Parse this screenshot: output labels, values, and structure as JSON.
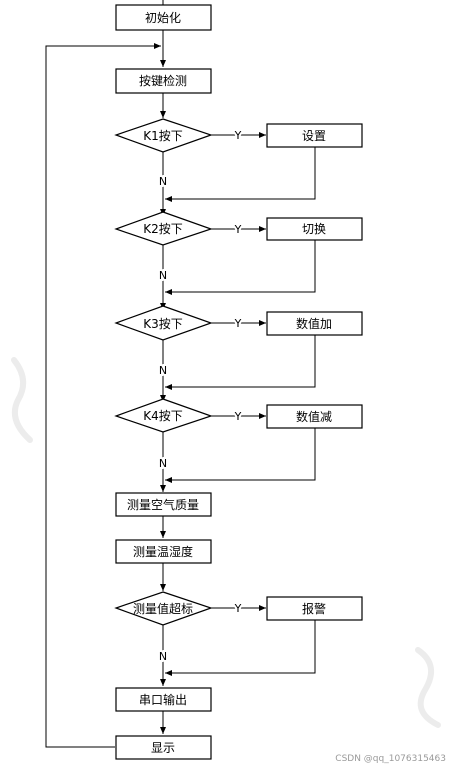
{
  "flowchart": {
    "boxes": {
      "init": "初始化",
      "key_scan": "按键检测",
      "set": "设置",
      "switch": "切换",
      "value_add": "数值加",
      "value_sub": "数值减",
      "air_quality": "测量空气质量",
      "temp_humidity": "测量温湿度",
      "alarm": "报警",
      "serial_out": "串口输出",
      "display": "显示"
    },
    "decisions": {
      "k1": "K1按下",
      "k2": "K2按下",
      "k3": "K3按下",
      "k4": "K4按下",
      "over_limit": "测量值超标"
    },
    "yes": "Y",
    "no": "N"
  },
  "watermark": "CSDN @qq_1076315463"
}
